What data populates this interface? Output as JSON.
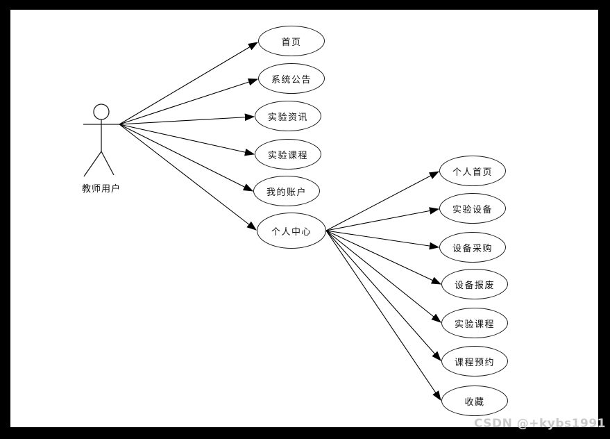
{
  "diagram": {
    "actor": {
      "label": "教师用户"
    },
    "primary_usecases": [
      {
        "label": "首页"
      },
      {
        "label": "系统公告"
      },
      {
        "label": "实验资讯"
      },
      {
        "label": "实验课程"
      },
      {
        "label": "我的账户"
      },
      {
        "label": "个人中心"
      }
    ],
    "personal_center_usecases": [
      {
        "label": "个人首页"
      },
      {
        "label": "实验设备"
      },
      {
        "label": "设备采购"
      },
      {
        "label": "设备报废"
      },
      {
        "label": "实验课程"
      },
      {
        "label": "课程预约"
      },
      {
        "label": "收藏"
      }
    ]
  },
  "watermark": {
    "text": "CSDN @+kybs1991"
  },
  "colors": {
    "line": "#000000",
    "background": "#ffffff",
    "frame": "#000000",
    "watermark": "#c9c9c9"
  }
}
